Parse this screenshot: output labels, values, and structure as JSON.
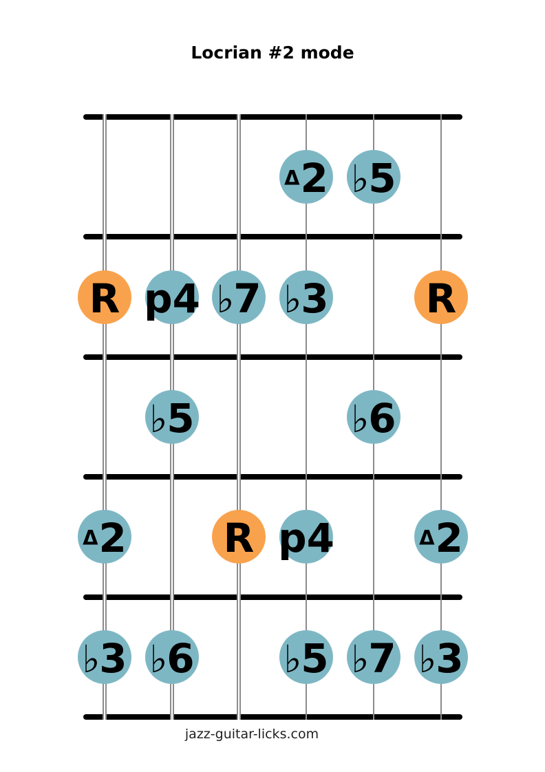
{
  "page": {
    "title": "Locrian #2 mode",
    "footer": "jazz-guitar-licks.com"
  },
  "colors": {
    "root_fill": "#F9A24D",
    "interval_fill": "#7EB7C4",
    "label_text": "#000000",
    "fret": "#000000",
    "string": "#8B8B8B",
    "background": "#FFFFFF"
  },
  "diagram": {
    "type": "guitar-scale-fretboard",
    "strings": 6,
    "fret_spaces": 5,
    "wound_strings": [
      1,
      2,
      3
    ],
    "notes": [
      {
        "string": 4,
        "fret": 1,
        "pre": "Δ",
        "main": "2",
        "role": "interval"
      },
      {
        "string": 5,
        "fret": 1,
        "pre": "♭",
        "main": "5",
        "role": "interval"
      },
      {
        "string": 1,
        "fret": 2,
        "pre": "",
        "main": "R",
        "role": "root"
      },
      {
        "string": 2,
        "fret": 2,
        "pre": "",
        "main": "p4",
        "role": "interval"
      },
      {
        "string": 3,
        "fret": 2,
        "pre": "♭",
        "main": "7",
        "role": "interval"
      },
      {
        "string": 4,
        "fret": 2,
        "pre": "♭",
        "main": "3",
        "role": "interval"
      },
      {
        "string": 6,
        "fret": 2,
        "pre": "",
        "main": "R",
        "role": "root"
      },
      {
        "string": 2,
        "fret": 3,
        "pre": "♭",
        "main": "5",
        "role": "interval"
      },
      {
        "string": 5,
        "fret": 3,
        "pre": "♭",
        "main": "6",
        "role": "interval"
      },
      {
        "string": 1,
        "fret": 4,
        "pre": "Δ",
        "main": "2",
        "role": "interval"
      },
      {
        "string": 3,
        "fret": 4,
        "pre": "",
        "main": "R",
        "role": "root"
      },
      {
        "string": 4,
        "fret": 4,
        "pre": "",
        "main": "p4",
        "role": "interval"
      },
      {
        "string": 6,
        "fret": 4,
        "pre": "Δ",
        "main": "2",
        "role": "interval"
      },
      {
        "string": 1,
        "fret": 5,
        "pre": "♭",
        "main": "3",
        "role": "interval"
      },
      {
        "string": 2,
        "fret": 5,
        "pre": "♭",
        "main": "6",
        "role": "interval"
      },
      {
        "string": 4,
        "fret": 5,
        "pre": "♭",
        "main": "5",
        "role": "interval"
      },
      {
        "string": 5,
        "fret": 5,
        "pre": "♭",
        "main": "7",
        "role": "interval"
      },
      {
        "string": 6,
        "fret": 5,
        "pre": "♭",
        "main": "3",
        "role": "interval"
      }
    ]
  }
}
